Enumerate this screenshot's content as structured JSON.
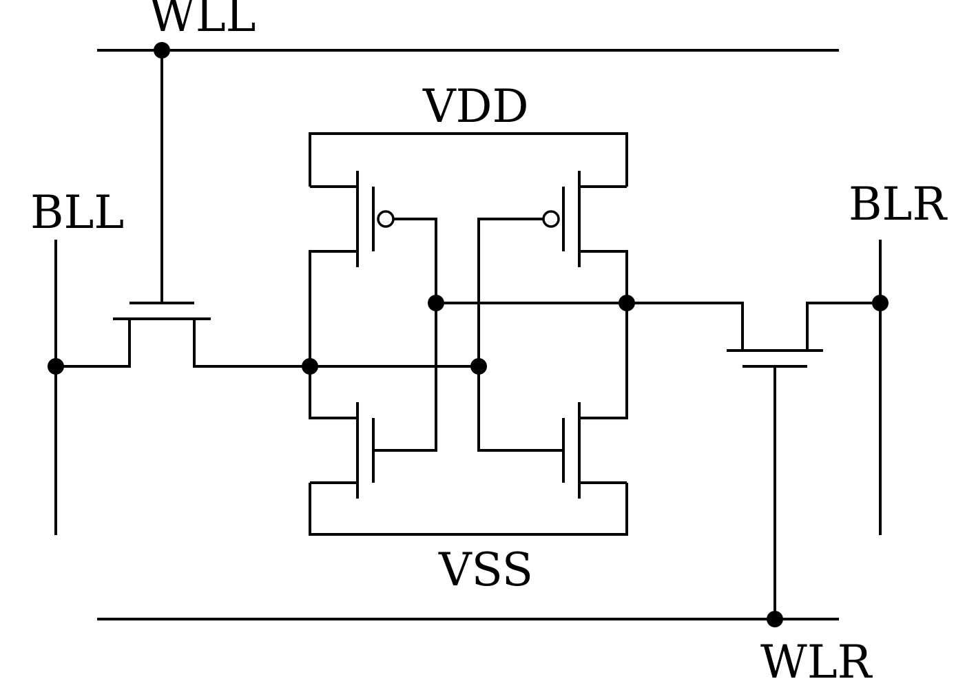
{
  "diagram": {
    "type": "6T SRAM cell schematic",
    "labels": {
      "wll": "WLL",
      "vdd": "VDD",
      "bll": "BLL",
      "blr": "BLR",
      "vss": "VSS",
      "wlr": "WLR"
    },
    "transistors": {
      "access_left": "nmos",
      "pullup_left": "pmos",
      "pullup_right": "pmos",
      "pulldown_left": "nmos",
      "pulldown_right": "nmos",
      "access_right": "nmos"
    },
    "colors": {
      "line": "#000000",
      "background": "#ffffff"
    }
  }
}
